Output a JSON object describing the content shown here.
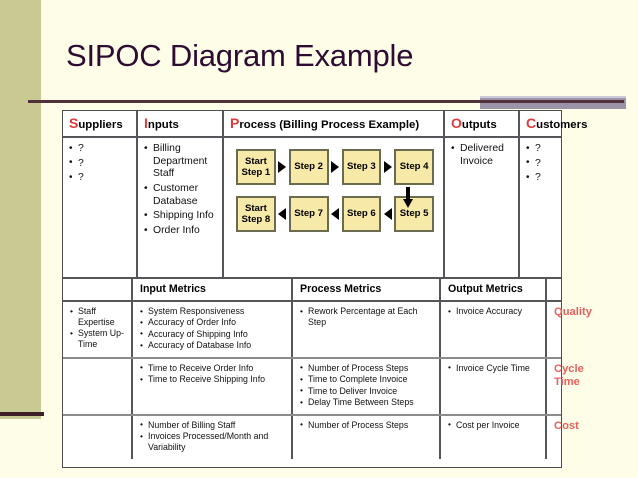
{
  "slide": {
    "title": "SIPOC Diagram Example",
    "accent_color": "#e03b3b",
    "category_color": "#e8625f",
    "process_box_color": "#f7e9a8",
    "band_color": "#c8c993",
    "background_color": "#fdfde8"
  },
  "sipoc": {
    "headers": [
      {
        "cap": "S",
        "rest": "uppliers"
      },
      {
        "cap": "I",
        "rest": "nputs"
      },
      {
        "cap": "P",
        "rest": "rocess (Billing Process Example)"
      },
      {
        "cap": "O",
        "rest": "utputs"
      },
      {
        "cap": "C",
        "rest": "ustomers"
      }
    ],
    "suppliers": [
      "?",
      "?",
      "?"
    ],
    "inputs": [
      "Billing Department Staff",
      "Customer Database",
      "Shipping Info",
      "Order Info"
    ],
    "outputs": [
      "Delivered Invoice"
    ],
    "customers": [
      "?",
      "?",
      "?"
    ],
    "process": {
      "row1": [
        {
          "line1": "Start",
          "line2": "Step 1"
        },
        {
          "line1": "Step 2",
          "line2": ""
        },
        {
          "line1": "Step 3",
          "line2": ""
        },
        {
          "line1": "Step 4",
          "line2": ""
        }
      ],
      "row2": [
        {
          "line1": "Start",
          "line2": "Step 8"
        },
        {
          "line1": "Step 7",
          "line2": ""
        },
        {
          "line1": "Step 6",
          "line2": ""
        },
        {
          "line1": "Step 5",
          "line2": ""
        }
      ]
    }
  },
  "metrics": {
    "headers": [
      "",
      "Input Metrics",
      "Process Metrics",
      "Output Metrics",
      ""
    ],
    "rows": [
      {
        "left": [
          "Staff Expertise",
          "System Up-Time"
        ],
        "input": [
          "System Responsiveness",
          "Accuracy of Order Info",
          "Accuracy of Shipping Info",
          "Accuracy of Database Info"
        ],
        "process": [
          "Rework Percentage at Each Step"
        ],
        "output": [
          "Invoice Accuracy"
        ],
        "category": "Quality"
      },
      {
        "left": [],
        "input": [
          "Time to Receive Order Info",
          "Time to Receive Shipping Info"
        ],
        "process": [
          "Number of Process Steps",
          "Time to Complete Invoice",
          "Time to Deliver Invoice",
          "Delay Time Between Steps"
        ],
        "output": [
          "Invoice Cycle Time"
        ],
        "category": "Cycle\nTime"
      },
      {
        "left": [],
        "input": [
          "Number of Billing Staff",
          "Invoices Processed/Month and Variability"
        ],
        "process": [
          "Number of Process Steps"
        ],
        "output": [
          "Cost per Invoice"
        ],
        "category": "Cost"
      }
    ]
  }
}
